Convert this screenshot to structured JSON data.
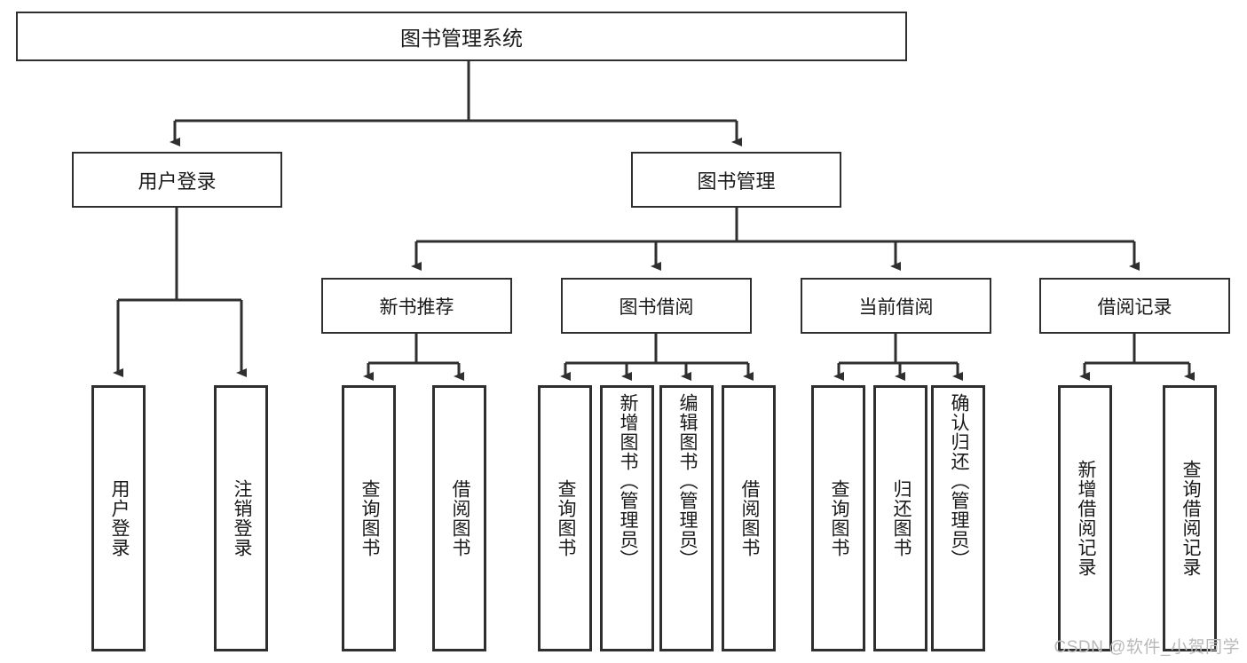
{
  "diagram": {
    "title": "图书管理系统",
    "type": "hierarchy-tree",
    "colors": {
      "border": "#2f2f2f",
      "background": "#ffffff",
      "text": "#1a1a1a",
      "watermark": "#b9b9b9"
    },
    "root": {
      "label": "图书管理系统"
    },
    "level1": [
      {
        "label": "用户登录"
      },
      {
        "label": "图书管理"
      }
    ],
    "level2": [
      {
        "label": "新书推荐"
      },
      {
        "label": "图书借阅"
      },
      {
        "label": "当前借阅"
      },
      {
        "label": "借阅记录"
      }
    ],
    "leaves": {
      "user_login": [
        {
          "label": "用户登录"
        },
        {
          "label": "注销登录"
        }
      ],
      "new_book": [
        {
          "label": "查询图书"
        },
        {
          "label": "借阅图书"
        }
      ],
      "borrow_book": [
        {
          "label": "查询图书"
        },
        {
          "label": "新增图书（管理员）"
        },
        {
          "label": "编辑图书（管理员）"
        },
        {
          "label": "借阅图书"
        }
      ],
      "current_borrow": [
        {
          "label": "查询图书"
        },
        {
          "label": "归还图书"
        },
        {
          "label": "确认归还（管理员）"
        }
      ],
      "borrow_record": [
        {
          "label": "新增借阅记录"
        },
        {
          "label": "查询借阅记录"
        }
      ]
    }
  },
  "watermark": {
    "text": "CSDN @软件_小贺同学"
  }
}
